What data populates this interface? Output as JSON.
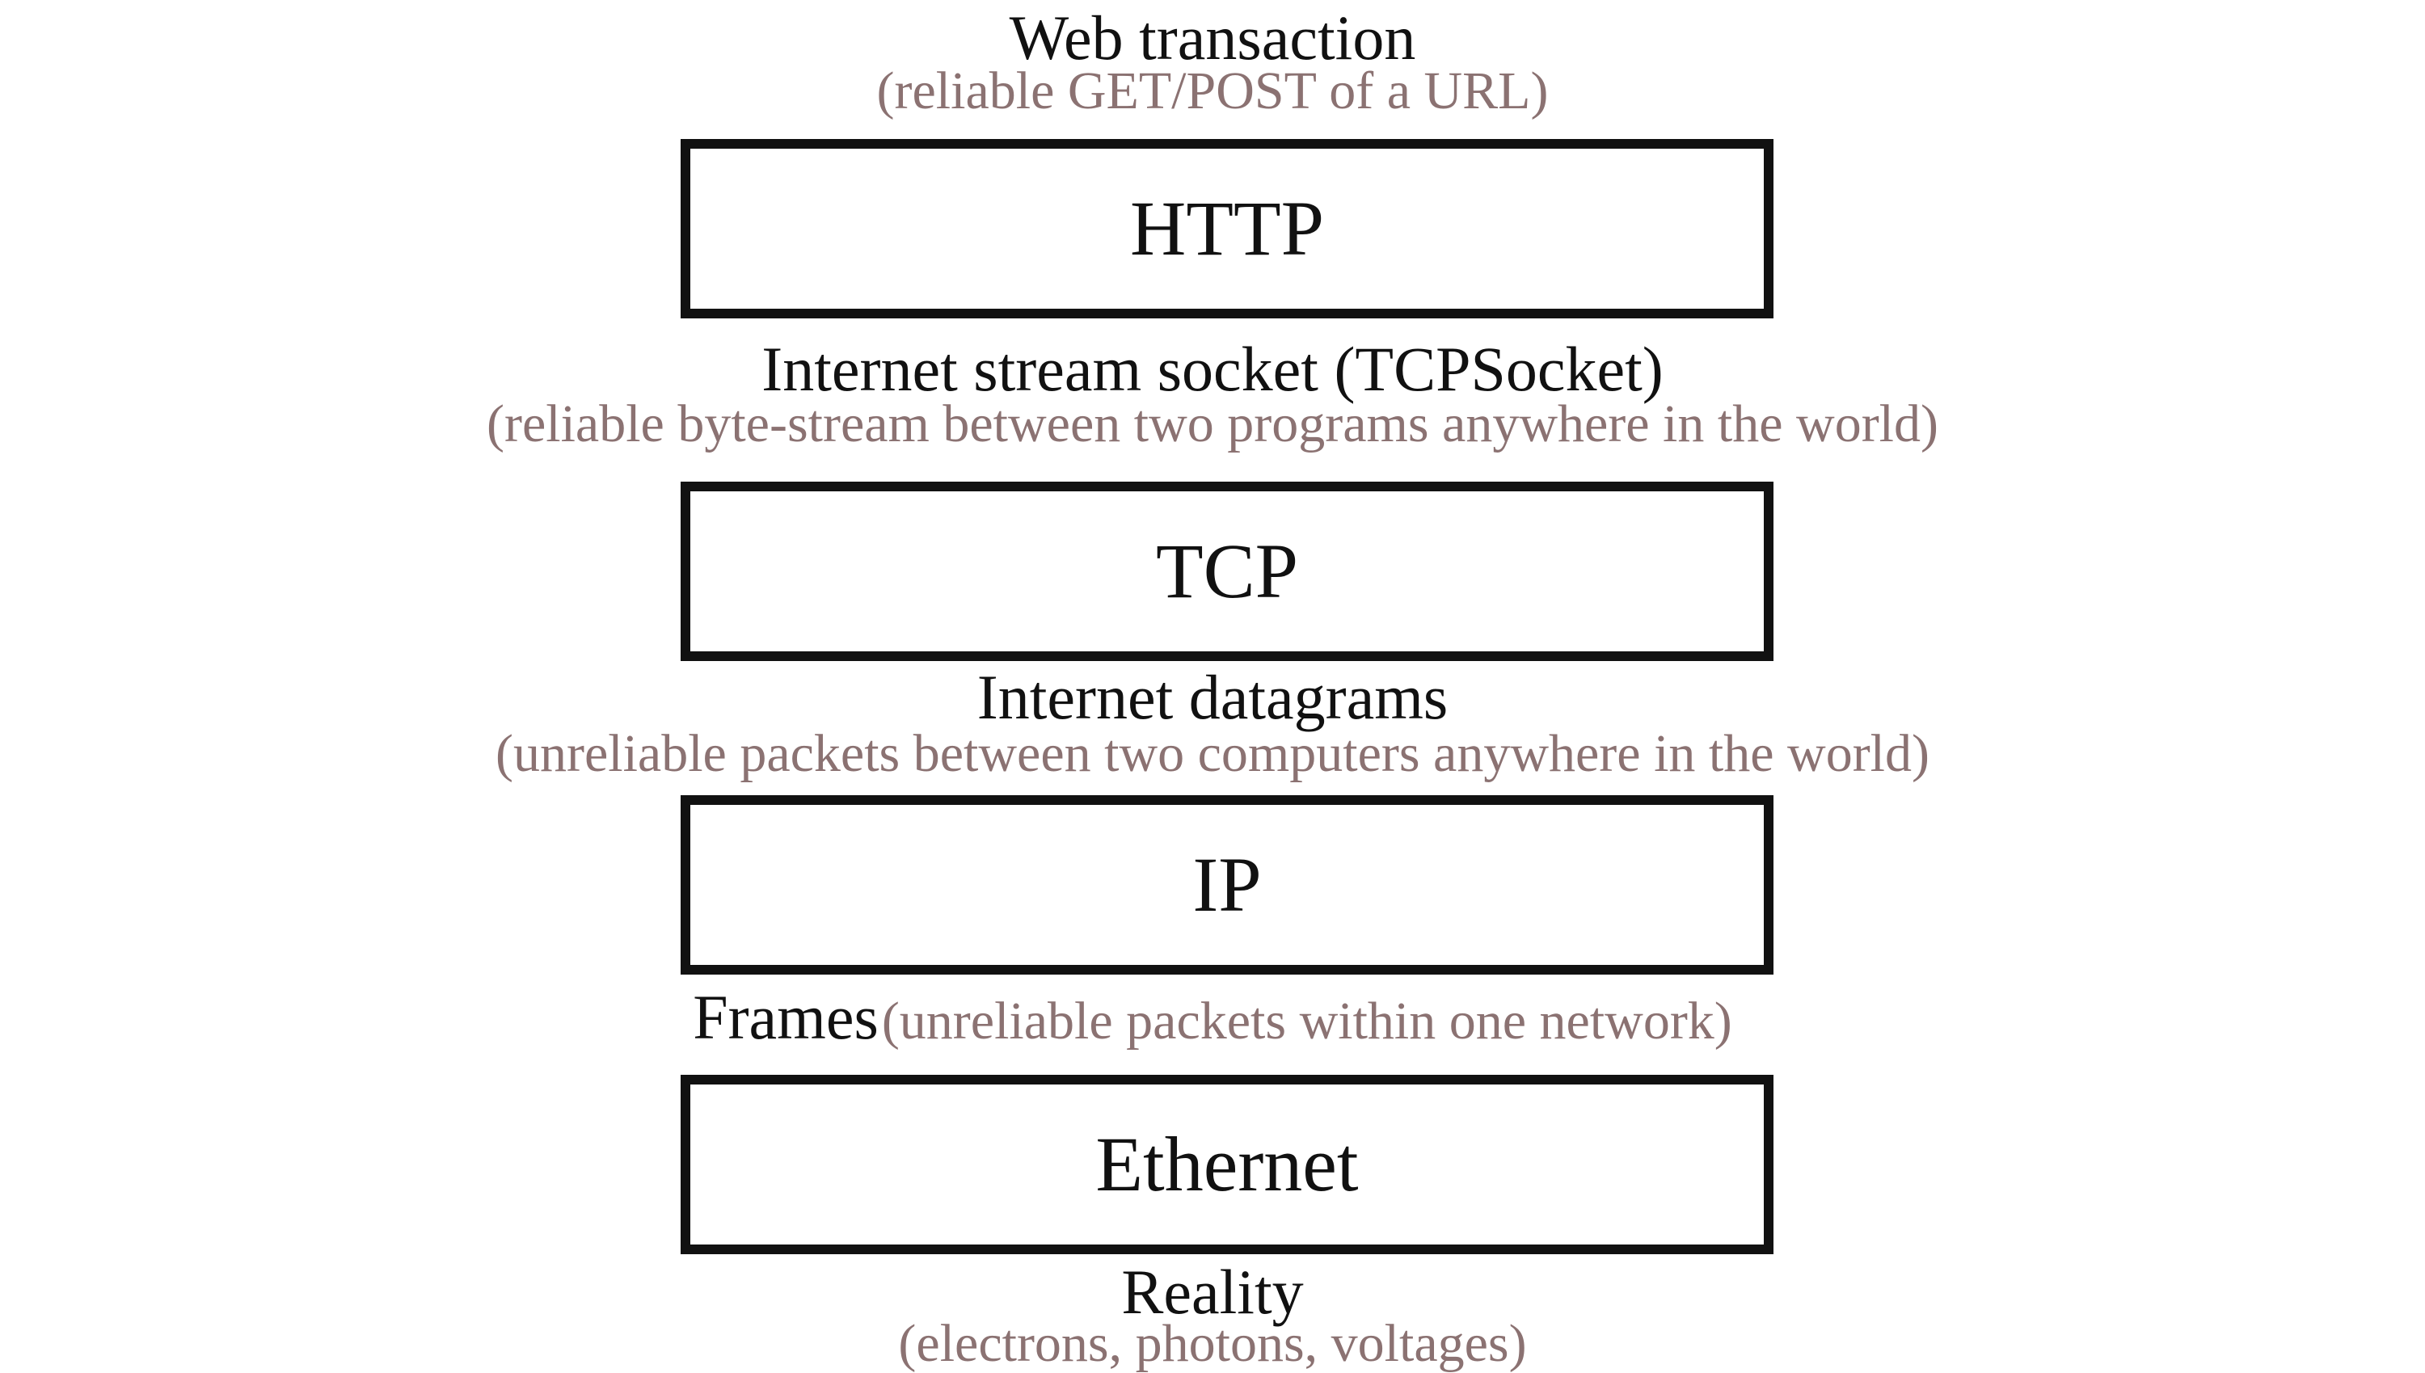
{
  "interfaces": [
    {
      "main": "Web transaction",
      "sub": "(reliable GET/POST of a URL)"
    },
    {
      "main": "Internet stream socket (TCPSocket)",
      "sub": "(reliable byte-stream between two programs anywhere in the world)"
    },
    {
      "main": "Internet datagrams",
      "sub": "(unreliable packets between two computers anywhere in the world)"
    },
    {
      "main": "Frames",
      "sub": "(unreliable packets within one network)"
    },
    {
      "main": "Reality",
      "sub": "(electrons, photons, voltages)"
    }
  ],
  "layers": [
    {
      "name": "HTTP"
    },
    {
      "name": "TCP"
    },
    {
      "name": "IP"
    },
    {
      "name": "Ethernet"
    }
  ],
  "colors": {
    "primary_text": "#111111",
    "secondary_text": "#8b7272",
    "box_border": "#111111"
  }
}
